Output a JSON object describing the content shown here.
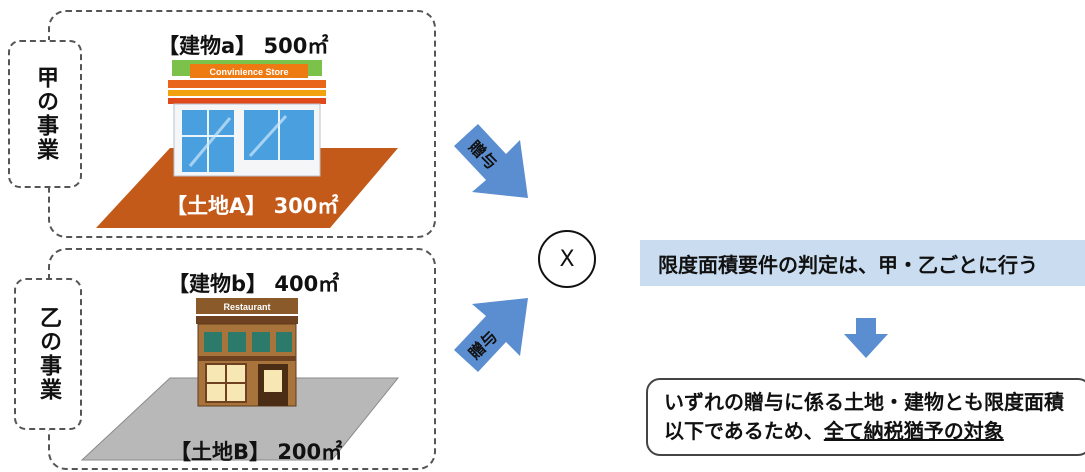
{
  "group_a": {
    "business_label": "甲の事業",
    "building_label": "【建物a】 500㎡",
    "store_sign": "Convinience Store",
    "land_label": "【土地A】 300㎡"
  },
  "group_b": {
    "business_label": "乙の事業",
    "building_label": "【建物b】 400㎡",
    "store_sign": "Restaurant",
    "land_label": "【土地B】 200㎡"
  },
  "gift_arrow_top": "贈与",
  "gift_arrow_bottom": "贈与",
  "operator": "X",
  "judgement": "限度面積要件の判定は、甲・乙ごとに行う",
  "result": {
    "line1": "いずれの贈与に係る土地・建物とも限度面積",
    "line2_prefix": "以下であるため、",
    "line2_underlined": "全て納税猶予の対象"
  },
  "colors": {
    "land_a": "#c45a1a",
    "land_b": "#b8b8b8",
    "arrow": "#5b8ed0",
    "banner": "#c9dcf0"
  }
}
